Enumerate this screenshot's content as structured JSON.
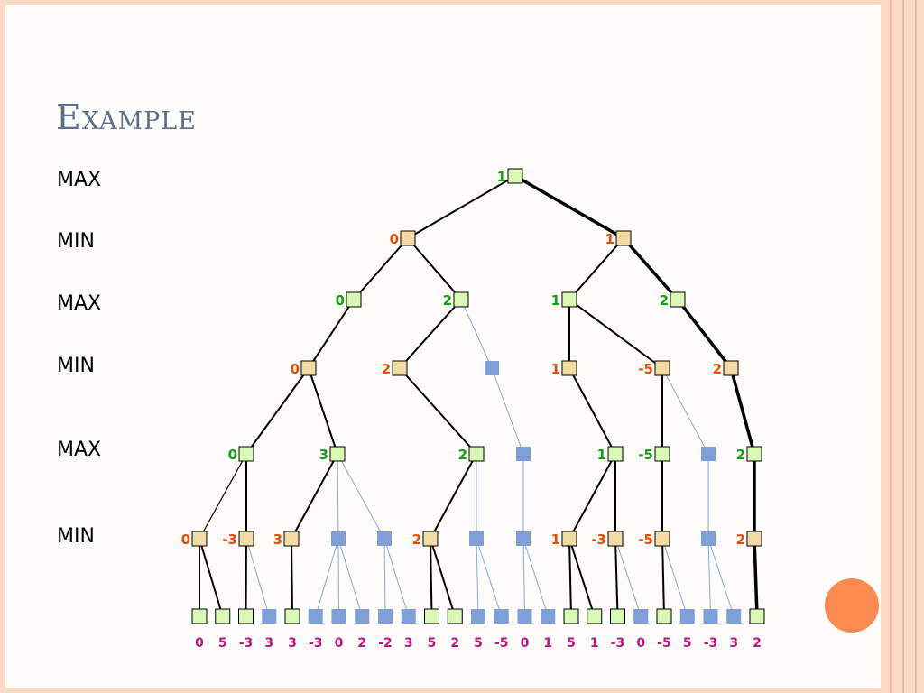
{
  "title": "Example",
  "levels": [
    "MAX",
    "MIN",
    "MAX",
    "MIN",
    "MAX",
    "MIN"
  ],
  "colors": {
    "max_node": "#d8f8b6",
    "min_node": "#f3dca3",
    "pruned_node": "#7f9fd9",
    "max_value": "#13a013",
    "min_value": "#e54c09",
    "leaf_value": "#c01485",
    "pruned_edge": "#8aa8d8",
    "edge": "#000000",
    "accent_circle": "#fd8a50"
  },
  "tree": {
    "nodes": [
      {
        "id": "r",
        "kind": "max",
        "value": "1"
      },
      {
        "id": "a",
        "kind": "min",
        "value": "0"
      },
      {
        "id": "b",
        "kind": "min",
        "value": "1"
      },
      {
        "id": "a1",
        "kind": "max",
        "value": "0"
      },
      {
        "id": "a2",
        "kind": "max",
        "value": "2"
      },
      {
        "id": "b1",
        "kind": "max",
        "value": "1"
      },
      {
        "id": "b2",
        "kind": "max",
        "value": "2"
      },
      {
        "id": "m1",
        "kind": "min",
        "value": "0"
      },
      {
        "id": "m2",
        "kind": "min",
        "value": "2"
      },
      {
        "id": "m3",
        "kind": "pruned",
        "value": ""
      },
      {
        "id": "m4",
        "kind": "min",
        "value": "1"
      },
      {
        "id": "m5",
        "kind": "min",
        "value": "-5"
      },
      {
        "id": "m6",
        "kind": "min",
        "value": "2"
      },
      {
        "id": "x1",
        "kind": "max",
        "value": "0"
      },
      {
        "id": "x2",
        "kind": "max",
        "value": "3"
      },
      {
        "id": "x3",
        "kind": "max",
        "value": "2"
      },
      {
        "id": "x4",
        "kind": "pruned",
        "value": ""
      },
      {
        "id": "x5",
        "kind": "max",
        "value": "1"
      },
      {
        "id": "x6",
        "kind": "max",
        "value": "-5"
      },
      {
        "id": "x7",
        "kind": "pruned",
        "value": ""
      },
      {
        "id": "x8",
        "kind": "max",
        "value": "2"
      },
      {
        "id": "n1",
        "kind": "min",
        "value": "0"
      },
      {
        "id": "n2",
        "kind": "min",
        "value": "-3"
      },
      {
        "id": "n3",
        "kind": "min",
        "value": "3"
      },
      {
        "id": "n4",
        "kind": "pruned",
        "value": ""
      },
      {
        "id": "n5",
        "kind": "pruned",
        "value": ""
      },
      {
        "id": "n6",
        "kind": "min",
        "value": "2"
      },
      {
        "id": "n7",
        "kind": "pruned",
        "value": ""
      },
      {
        "id": "n8",
        "kind": "pruned",
        "value": ""
      },
      {
        "id": "n9",
        "kind": "min",
        "value": "1"
      },
      {
        "id": "n10",
        "kind": "min",
        "value": "-3"
      },
      {
        "id": "n11",
        "kind": "min",
        "value": "-5"
      },
      {
        "id": "n12",
        "kind": "pruned",
        "value": ""
      },
      {
        "id": "n13",
        "kind": "min",
        "value": "2"
      }
    ],
    "edges": [
      {
        "from": "r",
        "to": "a",
        "style": "normal"
      },
      {
        "from": "r",
        "to": "b",
        "style": "bold"
      },
      {
        "from": "a",
        "to": "a1",
        "style": "normal"
      },
      {
        "from": "a",
        "to": "a2",
        "style": "normal"
      },
      {
        "from": "b",
        "to": "b1",
        "style": "normal"
      },
      {
        "from": "b",
        "to": "b2",
        "style": "bold"
      },
      {
        "from": "a1",
        "to": "m1",
        "style": "normal"
      },
      {
        "from": "a2",
        "to": "m2",
        "style": "normal"
      },
      {
        "from": "a2",
        "to": "m3",
        "style": "pruned"
      },
      {
        "from": "b1",
        "to": "m4",
        "style": "normal"
      },
      {
        "from": "b1",
        "to": "m5",
        "style": "normal"
      },
      {
        "from": "b2",
        "to": "m6",
        "style": "bold"
      },
      {
        "from": "m1",
        "to": "x1",
        "style": "normal"
      },
      {
        "from": "m1",
        "to": "x2",
        "style": "normal"
      },
      {
        "from": "m2",
        "to": "x3",
        "style": "normal"
      },
      {
        "from": "m3",
        "to": "x4",
        "style": "pruned"
      },
      {
        "from": "m4",
        "to": "x5",
        "style": "normal"
      },
      {
        "from": "m5",
        "to": "x6",
        "style": "normal"
      },
      {
        "from": "m5",
        "to": "x7",
        "style": "pruned"
      },
      {
        "from": "m6",
        "to": "x8",
        "style": "bold"
      },
      {
        "from": "x1",
        "to": "n1",
        "style": "thin"
      },
      {
        "from": "x1",
        "to": "n2",
        "style": "normal"
      },
      {
        "from": "x2",
        "to": "n3",
        "style": "normal"
      },
      {
        "from": "x2",
        "to": "n4",
        "style": "pruned"
      },
      {
        "from": "x2",
        "to": "n5",
        "style": "pruned"
      },
      {
        "from": "x3",
        "to": "n6",
        "style": "normal"
      },
      {
        "from": "x3",
        "to": "n7",
        "style": "pruned"
      },
      {
        "from": "x4",
        "to": "n8",
        "style": "pruned"
      },
      {
        "from": "x5",
        "to": "n9",
        "style": "normal"
      },
      {
        "from": "x5",
        "to": "n10",
        "style": "normal"
      },
      {
        "from": "x6",
        "to": "n11",
        "style": "normal"
      },
      {
        "from": "x7",
        "to": "n12",
        "style": "pruned"
      },
      {
        "from": "x8",
        "to": "n13",
        "style": "bold"
      }
    ],
    "leaves": [
      {
        "parent": "n1",
        "kind": "leaf",
        "value": "0",
        "style": "normal"
      },
      {
        "parent": "n1",
        "kind": "leaf",
        "value": "5",
        "style": "normal"
      },
      {
        "parent": "n2",
        "kind": "leaf",
        "value": "-3",
        "style": "normal"
      },
      {
        "parent": "n2",
        "kind": "pruned",
        "value": "3",
        "style": "pruned"
      },
      {
        "parent": "n3",
        "kind": "leaf",
        "value": "3",
        "style": "normal"
      },
      {
        "parent": "n4",
        "kind": "pruned",
        "value": "-3",
        "style": "pruned"
      },
      {
        "parent": "n4",
        "kind": "pruned",
        "value": "0",
        "style": "pruned"
      },
      {
        "parent": "n4",
        "kind": "pruned",
        "value": "2",
        "style": "pruned"
      },
      {
        "parent": "n5",
        "kind": "pruned",
        "value": "-2",
        "style": "pruned"
      },
      {
        "parent": "n5",
        "kind": "pruned",
        "value": "3",
        "style": "pruned"
      },
      {
        "parent": "n6",
        "kind": "leaf",
        "value": "5",
        "style": "normal"
      },
      {
        "parent": "n6",
        "kind": "leaf",
        "value": "2",
        "style": "normal"
      },
      {
        "parent": "n7",
        "kind": "pruned",
        "value": "5",
        "style": "pruned"
      },
      {
        "parent": "n7",
        "kind": "pruned",
        "value": "-5",
        "style": "pruned"
      },
      {
        "parent": "n8",
        "kind": "pruned",
        "value": "0",
        "style": "pruned"
      },
      {
        "parent": "n8",
        "kind": "pruned",
        "value": "1",
        "style": "pruned"
      },
      {
        "parent": "n9",
        "kind": "leaf",
        "value": "5",
        "style": "normal"
      },
      {
        "parent": "n9",
        "kind": "leaf",
        "value": "1",
        "style": "normal"
      },
      {
        "parent": "n10",
        "kind": "leaf",
        "value": "-3",
        "style": "normal"
      },
      {
        "parent": "n10",
        "kind": "pruned",
        "value": "0",
        "style": "pruned"
      },
      {
        "parent": "n11",
        "kind": "leaf",
        "value": "-5",
        "style": "normal"
      },
      {
        "parent": "n11",
        "kind": "pruned",
        "value": "5",
        "style": "pruned"
      },
      {
        "parent": "n12",
        "kind": "pruned",
        "value": "-3",
        "style": "pruned"
      },
      {
        "parent": "n12",
        "kind": "pruned",
        "value": "3",
        "style": "pruned"
      },
      {
        "parent": "n13",
        "kind": "leaf",
        "value": "2",
        "style": "bold"
      }
    ]
  }
}
